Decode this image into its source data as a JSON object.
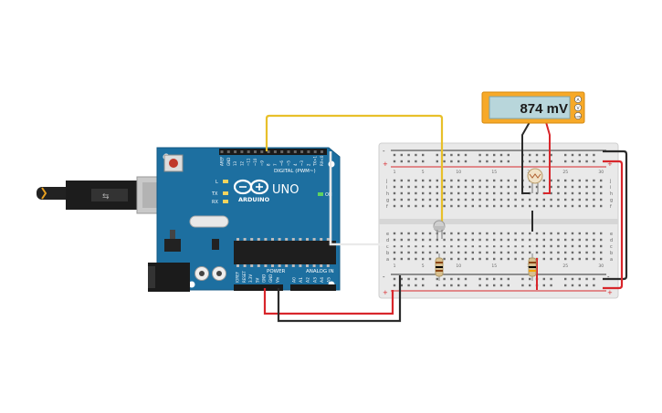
{
  "arduino": {
    "brand": "ARDUINO",
    "model": "UNO",
    "digital_header_label": "DIGITAL (PWM~)",
    "power_label": "POWER",
    "analog_label": "ANALOG IN",
    "led_l": "L",
    "led_tx": "TX",
    "led_rx": "RX",
    "on_label": "ON",
    "digital_pins": [
      "AREF",
      "GND",
      "13",
      "12",
      "~11",
      "~10",
      "~9",
      "8",
      "7",
      "~6",
      "~5",
      "4",
      "~3",
      "2",
      "TX>1",
      "RX<0"
    ],
    "power_pins": [
      "IOREF",
      "RESET",
      "3.3V",
      "5V",
      "GND",
      "GND",
      "Vin"
    ],
    "analog_pins": [
      "A0",
      "A1",
      "A2",
      "A3",
      "A4",
      "A5"
    ]
  },
  "multimeter": {
    "reading": "874 mV",
    "terminals": [
      "A",
      "V",
      "COM"
    ]
  },
  "breadboard": {
    "column_numbers": [
      "1",
      "5",
      "10",
      "15",
      "20",
      "25",
      "30"
    ],
    "row_letters_top": [
      "j",
      "i",
      "h",
      "g",
      "f"
    ],
    "row_letters_bottom": [
      "e",
      "d",
      "c",
      "b",
      "a"
    ],
    "plus": "+",
    "minus": "-"
  },
  "colors": {
    "board": "#1d6fa0",
    "yellow_wire": "#e8c02a",
    "red_wire": "#d8262b",
    "black_wire": "#2b2b2b",
    "white_wire": "#f2f2f2",
    "meter_body": "#f7a928",
    "meter_screen": "#b8d6db"
  }
}
